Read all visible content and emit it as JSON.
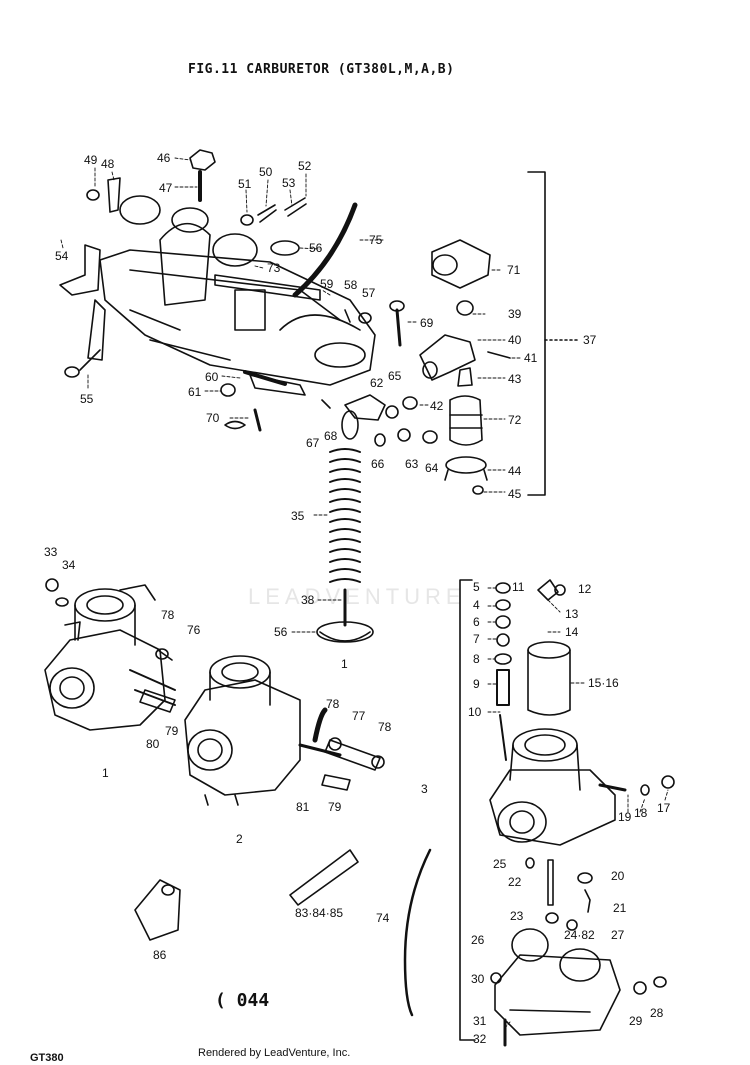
{
  "title": "FIG.11  CARBURETOR (GT380L,M,A,B)",
  "footer": {
    "model": "GT380",
    "rendered_by": "Rendered by LeadVenture, Inc.",
    "page_code": "( 044"
  },
  "watermark": "LEADVENTURE",
  "callouts": [
    {
      "id": "49",
      "label": "49"
    },
    {
      "id": "48",
      "label": "48"
    },
    {
      "id": "46",
      "label": "46"
    },
    {
      "id": "47",
      "label": "47"
    },
    {
      "id": "51",
      "label": "51"
    },
    {
      "id": "50",
      "label": "50"
    },
    {
      "id": "53",
      "label": "53"
    },
    {
      "id": "52",
      "label": "52"
    },
    {
      "id": "56a",
      "label": "56"
    },
    {
      "id": "75",
      "label": "75"
    },
    {
      "id": "54",
      "label": "54"
    },
    {
      "id": "73",
      "label": "73"
    },
    {
      "id": "71",
      "label": "71"
    },
    {
      "id": "59",
      "label": "59"
    },
    {
      "id": "58",
      "label": "58"
    },
    {
      "id": "57",
      "label": "57"
    },
    {
      "id": "39",
      "label": "39"
    },
    {
      "id": "69",
      "label": "69"
    },
    {
      "id": "40",
      "label": "40"
    },
    {
      "id": "37",
      "label": "37"
    },
    {
      "id": "41",
      "label": "41"
    },
    {
      "id": "43",
      "label": "43"
    },
    {
      "id": "55",
      "label": "55"
    },
    {
      "id": "60",
      "label": "60"
    },
    {
      "id": "61",
      "label": "61"
    },
    {
      "id": "62",
      "label": "62"
    },
    {
      "id": "65",
      "label": "65"
    },
    {
      "id": "42",
      "label": "42"
    },
    {
      "id": "72",
      "label": "72"
    },
    {
      "id": "70",
      "label": "70"
    },
    {
      "id": "67",
      "label": "67"
    },
    {
      "id": "68",
      "label": "68"
    },
    {
      "id": "66",
      "label": "66"
    },
    {
      "id": "63",
      "label": "63"
    },
    {
      "id": "64",
      "label": "64"
    },
    {
      "id": "44",
      "label": "44"
    },
    {
      "id": "45",
      "label": "45"
    },
    {
      "id": "35",
      "label": "35"
    },
    {
      "id": "33",
      "label": "33"
    },
    {
      "id": "34",
      "label": "34"
    },
    {
      "id": "5",
      "label": "5"
    },
    {
      "id": "11",
      "label": "11"
    },
    {
      "id": "12",
      "label": "12"
    },
    {
      "id": "4",
      "label": "4"
    },
    {
      "id": "13",
      "label": "13"
    },
    {
      "id": "38",
      "label": "38"
    },
    {
      "id": "6",
      "label": "6"
    },
    {
      "id": "14",
      "label": "14"
    },
    {
      "id": "78a",
      "label": "78"
    },
    {
      "id": "76",
      "label": "76"
    },
    {
      "id": "56b",
      "label": "56"
    },
    {
      "id": "7",
      "label": "7"
    },
    {
      "id": "1s",
      "label": "1"
    },
    {
      "id": "8",
      "label": "8"
    },
    {
      "id": "9",
      "label": "9"
    },
    {
      "id": "1516",
      "label": "15·16"
    },
    {
      "id": "10",
      "label": "10"
    },
    {
      "id": "78b",
      "label": "78"
    },
    {
      "id": "77",
      "label": "77"
    },
    {
      "id": "78c",
      "label": "78"
    },
    {
      "id": "80",
      "label": "80"
    },
    {
      "id": "79a",
      "label": "79"
    },
    {
      "id": "1",
      "label": "1"
    },
    {
      "id": "3",
      "label": "3"
    },
    {
      "id": "19",
      "label": "19"
    },
    {
      "id": "18",
      "label": "18"
    },
    {
      "id": "17",
      "label": "17"
    },
    {
      "id": "81",
      "label": "81"
    },
    {
      "id": "79b",
      "label": "79"
    },
    {
      "id": "2",
      "label": "2"
    },
    {
      "id": "25",
      "label": "25"
    },
    {
      "id": "20",
      "label": "20"
    },
    {
      "id": "22",
      "label": "22"
    },
    {
      "id": "21",
      "label": "21"
    },
    {
      "id": "838485",
      "label": "83·84·85"
    },
    {
      "id": "74",
      "label": "74"
    },
    {
      "id": "23",
      "label": "23"
    },
    {
      "id": "2482",
      "label": "24·82"
    },
    {
      "id": "27",
      "label": "27"
    },
    {
      "id": "26",
      "label": "26"
    },
    {
      "id": "86",
      "label": "86"
    },
    {
      "id": "30",
      "label": "30"
    },
    {
      "id": "29",
      "label": "29"
    },
    {
      "id": "28",
      "label": "28"
    },
    {
      "id": "31",
      "label": "31"
    },
    {
      "id": "32",
      "label": "32"
    }
  ]
}
